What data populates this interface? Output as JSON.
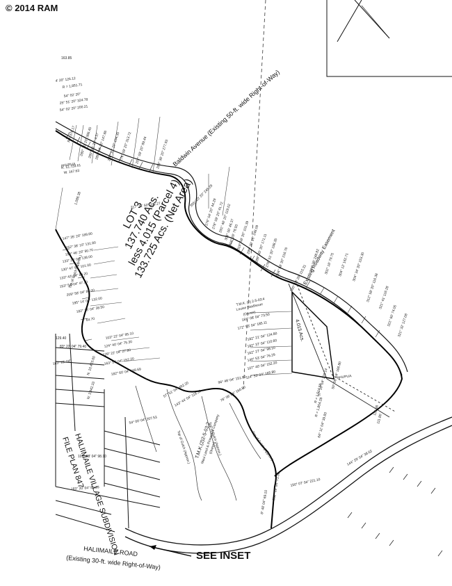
{
  "copyright": "© 2014 RAM",
  "lot": {
    "title": "LOT 3",
    "gross_area": "137.740 Acs.",
    "less_parcel": "less 4.015 (Parcel 4)",
    "net_area": "133.725 Acs. (Net Area)"
  },
  "roads": {
    "baldwin": "Baldwin Avenue (Existing 50-ft. wide Right-of-Way)",
    "haliimaile_name": "HALIIMAILE ROAD",
    "haliimaile_row": "(Existing 30-ft. wide Right-of-Way)",
    "roadway_easement": "Existing Roadway Easement"
  },
  "parcel4": {
    "area": "4.015 Acs.",
    "tmk": "T.M.K. (2) 2-5-03:4",
    "owner": "Louise Stadheuer",
    "owner_note": "(Owner)"
  },
  "tmk_south": {
    "tmk": "T.M.K.(2)2-5-03:2",
    "owner": "Maui Land & Pineapple Company",
    "owner_note": "(Owner)"
  },
  "subdivision": {
    "name": "HALIIMAILE VILLAGE SUBDIVISION",
    "plan": "FILE PLAN 847"
  },
  "ahupuaa_label": "AHUPUA",
  "see_inset": "SEE INSET",
  "gulch_labels": [
    "Top of Gulch (Approx.)",
    "Top of Gulch (Approx.)",
    "Top of Gulch (Approx.)",
    "Top of Gulch (Approx.)"
  ],
  "bearings": [
    "163.85",
    "R = 1,851.71",
    "54° 02' 20\"",
    "25° 51' 20\" 324.78",
    "54° 02' 20\" 200.21",
    "4' 20\" 126.12",
    "N. 12,728.61",
    "W. 167.63",
    "R = 376.17",
    "280° 10' 20\" 386.45",
    "280° 35' 20\" 4.37",
    "280° 04' 20\" 147.86",
    "286° 31' 20\" 154.35",
    "276° 09' 20\" 313.72",
    "257° 09' 20\" 89.44",
    "283° 36' 20\" 277.93",
    "1,088.38",
    "317° 11' 50\" 322.27",
    "355° 10' 20\" 245.29",
    "276° 04' 20\" 44.29",
    "278° 09' 20\" 41.72",
    "291° 46' 20\" 119.02",
    "306° 00' 46.37",
    "318° 26' 78.93",
    "319° 58' 30\" 101.39",
    "299° 30' 15\" 248.09",
    "289° 35' 30\" 171.11",
    "278° 51' 30\" 198.35",
    "304° 58' 30\" 216.76",
    "300° 10' 20\" 115.31",
    "294° 36' 248.82",
    "302° 16' 79.75",
    "304° 12' 162.71",
    "304° 34' 30\" 153.30",
    "312° 58' 30\" 116.38",
    "321° 41' 116.28",
    "321° 60' 74.05",
    "321° 32' 127.08",
    "147° 35' 20\" 189.80",
    "152° 38' 10\" 131.80",
    "150° 46' 20\" 90.70",
    "133° 29' 04\" 138.00",
    "130° 47' 04\" 101.00",
    "133° 43' 04\" 86.20",
    "153° 54' 04\" 47.10",
    "209° 58' 04\" 88.00",
    "195° 14' 04\" 132.00",
    "182° 18' 04\" 38.50",
    "64.70",
    "129.40",
    "83° 22' 04\" 79.40",
    "103° 22' 04\" 95.10",
    "124° 40' 04\" 75.30",
    "128° 22' 04\" 27.80",
    "163° 57' 04\" 152.20",
    "182° 60' 04\" 168.69",
    "181° 08' 04\" 73.50",
    "172° 53' 04\" 185.11",
    "182° 21' 04\" 124.80",
    "182° 37' 04\" 110.60",
    "162° 27' 04\" 98.10",
    "140° 53' 04\" 76.29",
    "107° 40' 04\" 152.20",
    "114° 53' 04\" 165.80",
    "96° 48' 04\" 151.80",
    "78° 06' 04\" 166.80",
    "143° 44' 04\" 119.30",
    "57° 51' 04\" 482.20",
    "54° 00' 04\" 207.53",
    "50° 08' 04\" 166.80",
    "57° 10' 04\" 370.14",
    "R = 1,514.58",
    "R = 1,854.28",
    "64° 11' 04\" 39.83",
    "144° 29' 04\" 38.62",
    "150° 07' 04\" 221.10",
    "352° 19' 04\" 71.00",
    "8° 48' 04\" 69.10",
    "109° 08' 04\" 98.10",
    "163° 20' 04\" 89.23",
    "183° 15' 04\"",
    "N. 10,423.60",
    "W. 3,942.33",
    "125.86",
    "111.80"
  ]
}
